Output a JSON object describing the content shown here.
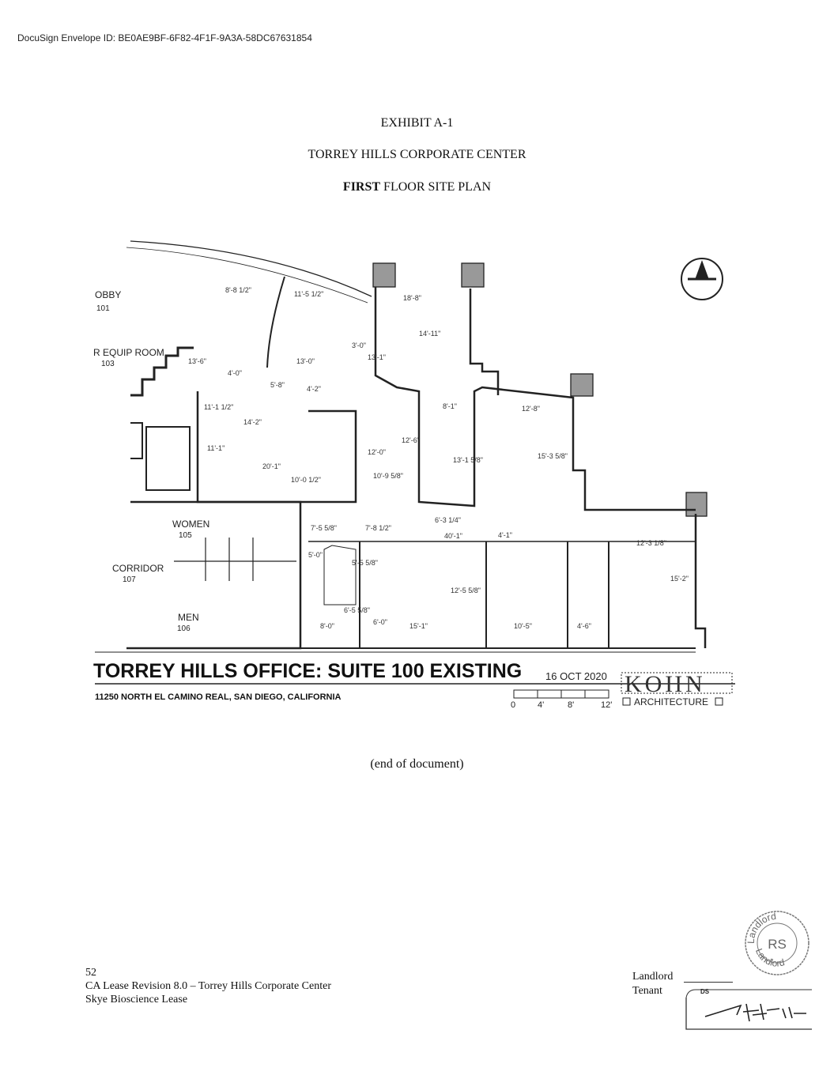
{
  "envelope_id": "DocuSign Envelope ID: BE0AE9BF-6F82-4F1F-9A3A-58DC67631854",
  "header": {
    "exhibit": "EXHIBIT A-1",
    "property": "TORREY HILLS CORPORATE CENTER",
    "plan_bold": "FIRST",
    "plan_rest": " FLOOR SITE PLAN"
  },
  "plan": {
    "title": "TORREY HILLS OFFICE:  SUITE 100 EXISTING",
    "address": "11250 NORTH EL CAMINO REAL, SAN DIEGO, CALIFORNIA",
    "date": "16 OCT 2020",
    "firm": "KOHN",
    "firm_sub": "ARCHITECTURE",
    "scale_labels": [
      "0",
      "4'",
      "8'",
      "12'"
    ],
    "rooms": {
      "lobby": "OBBY",
      "lobby_num": "101",
      "equip": "R EQUIP ROOM",
      "equip_num": "103",
      "women": "WOMEN",
      "women_num": "105",
      "corridor": "CORRIDOR",
      "corridor_num": "107",
      "men": "MEN",
      "men_num": "106"
    },
    "dimensions": [
      "8'-8 1/2\"",
      "11'-5 1/2\"",
      "18'-8\"",
      "14'-11\"",
      "3'-0\"",
      "13'-6\"",
      "4'-0\"",
      "5'-8\"",
      "4'-2\"",
      "13'-0\"",
      "13'-1\"",
      "11'-1 1/2\"",
      "14'-2\"",
      "11'-1\"",
      "20'-1\"",
      "10'-0 1/2\"",
      "12'-0\"",
      "10'-9 5/8\"",
      "12'-6\"",
      "8'-1\"",
      "13'-1 5/8\"",
      "12'-8\"",
      "15'-3 5/8\"",
      "7'-5 5/8\"",
      "7'-8 1/2\"",
      "6'-3 1/4\"",
      "40'-1\"",
      "4'-1\"",
      "12'-3 1/8\"",
      "5'-0\"",
      "5'-5 5/8\"",
      "12'-5 5/8\"",
      "15'-2\"",
      "6'-5 5/8\"",
      "8'-0\"",
      "6'-0\"",
      "15'-1\"",
      "10'-5\"",
      "4'-6\""
    ]
  },
  "end_text": "(end of document)",
  "footer": {
    "page": "52",
    "line1": "CA Lease Revision 8.0 – Torrey Hills Corporate Center",
    "line2": "Skye Bioscience Lease"
  },
  "signatures": {
    "landlord_label": "Landlord",
    "tenant_label": "Tenant",
    "stamp_top": "Landlord",
    "stamp_initials": "RS",
    "stamp_bottom": "Landlord",
    "ds_tag": "DS"
  }
}
